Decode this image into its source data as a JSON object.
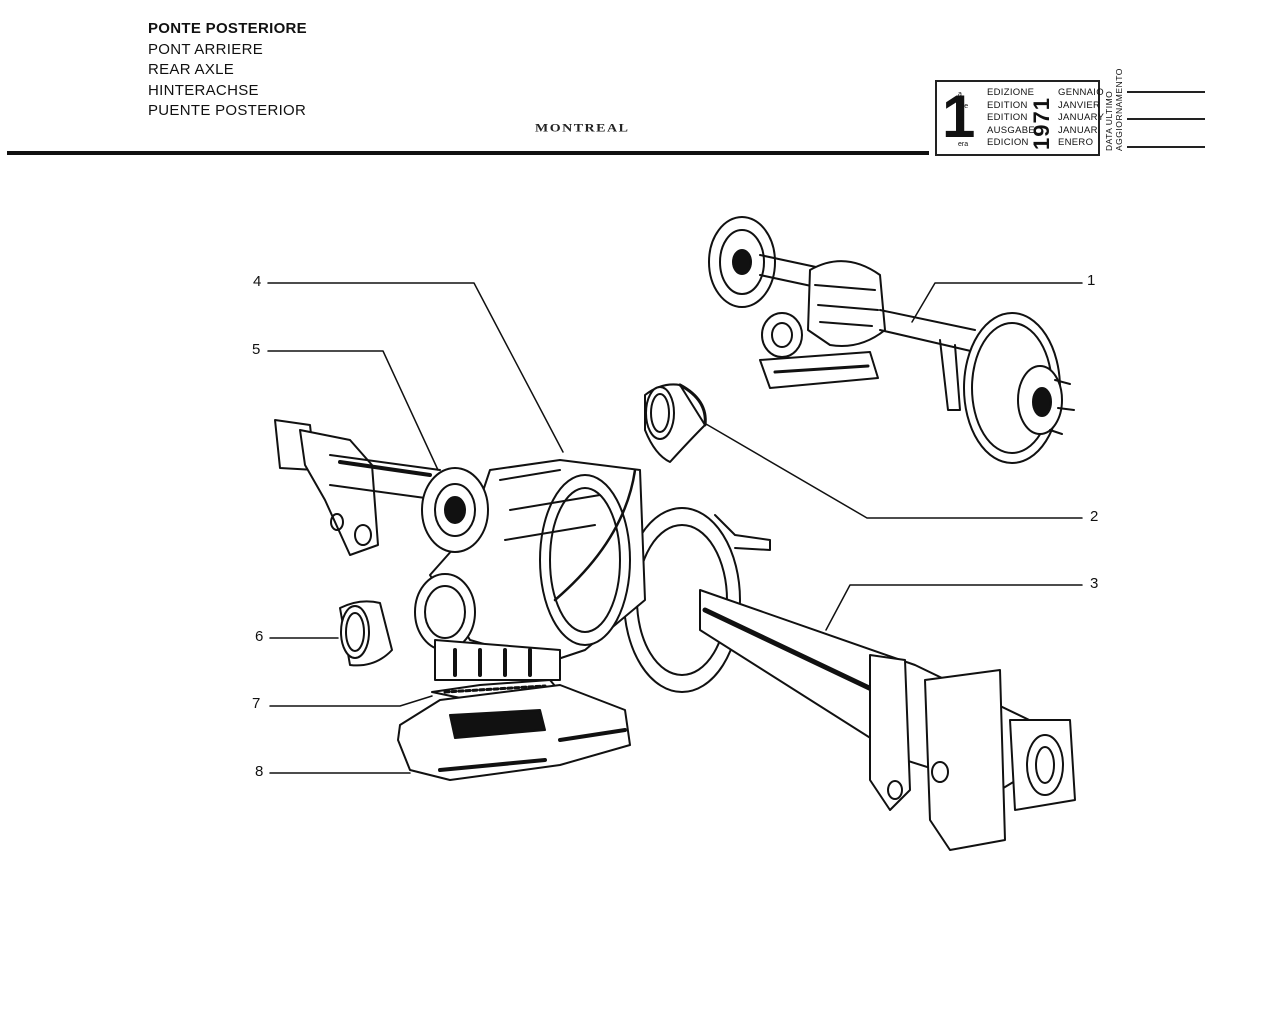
{
  "header": {
    "titles": [
      "PONTE POSTERIORE",
      "PONT ARRIERE",
      "REAR AXLE",
      "HINTERACHSE",
      "PUENTE POSTERIOR"
    ],
    "brand": "MONTREAL"
  },
  "edition": {
    "number": "1",
    "ordinals": [
      "a",
      "ere",
      "st",
      ".",
      "era"
    ],
    "labels": [
      "EDIZIONE",
      "EDITION",
      "EDITION",
      "AUSGABE",
      "EDICION"
    ],
    "year": "1971",
    "months": [
      "GENNAIO",
      "JANVIER",
      "JANUARY",
      "JANUAR",
      "ENERO"
    ],
    "update_label": [
      "DATA ULTIMO",
      "AGGIORNAMENTO"
    ]
  },
  "callouts": [
    "1",
    "2",
    "3",
    "4",
    "5",
    "6",
    "7",
    "8"
  ]
}
